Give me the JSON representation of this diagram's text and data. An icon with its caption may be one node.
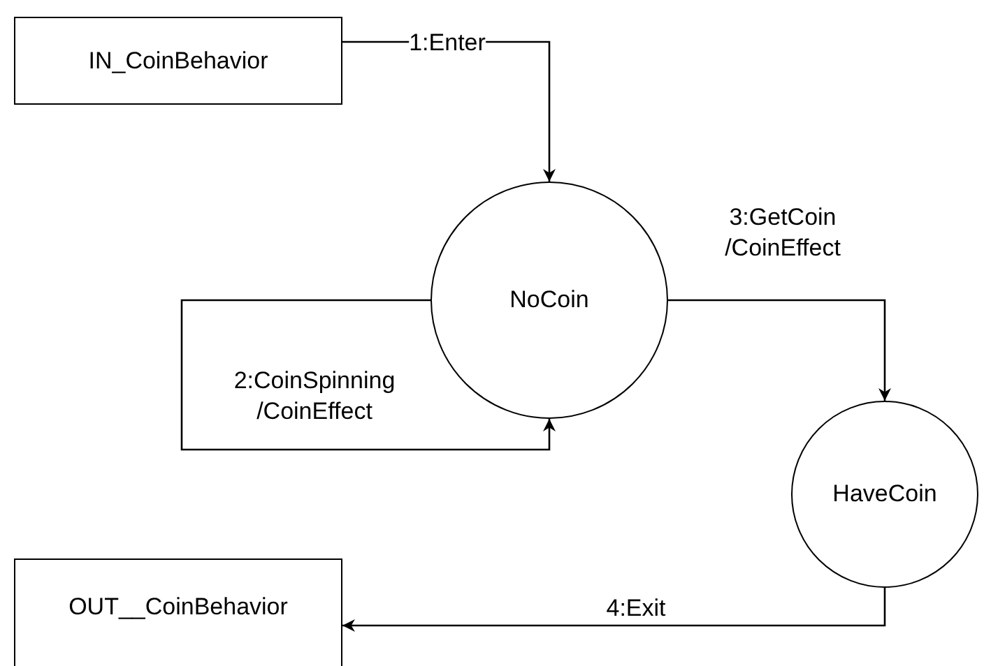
{
  "diagram": {
    "nodes": [
      {
        "text": [
          "IN_CoinBehavior"
        ]
      },
      {
        "text": [
          "NoCoin"
        ]
      },
      {
        "text": [
          "HaveCoin"
        ]
      },
      {
        "text": [
          "OUT__CoinBehavior"
        ]
      }
    ],
    "edges": [
      {
        "from": 0,
        "to": 1,
        "arrow": "to",
        "label": "1:Enter"
      },
      {
        "from": 1,
        "to": 1,
        "arrow": "to",
        "label": "2:CoinSpinning /CoinEffect"
      },
      {
        "from": 1,
        "to": 2,
        "arrow": "to",
        "label": "3:GetCoin /CoinEffect"
      },
      {
        "from": 2,
        "to": 3,
        "arrow": "to",
        "label": "4:Exit"
      }
    ]
  }
}
